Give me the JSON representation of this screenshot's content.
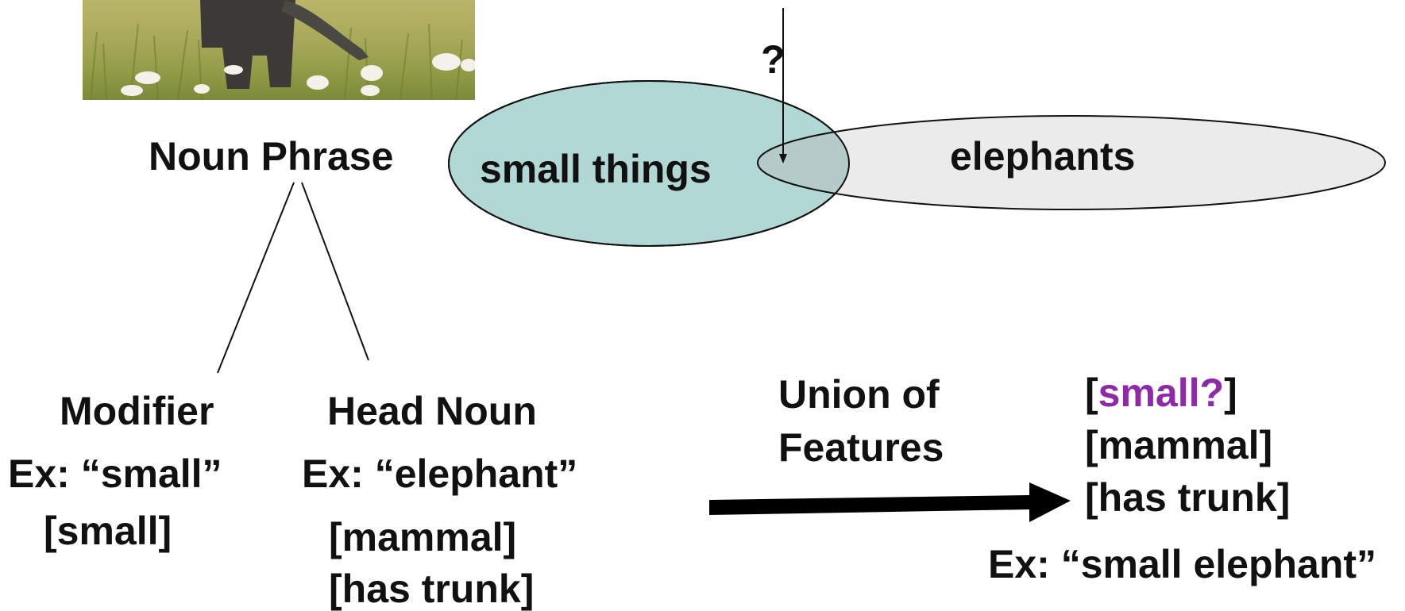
{
  "tree": {
    "root": "Noun Phrase",
    "modifier": {
      "label": "Modifier",
      "example": "Ex: “small”",
      "features": [
        "[small]"
      ]
    },
    "head": {
      "label": "Head Noun",
      "example": "Ex: “elephant”",
      "features": [
        "[mammal]",
        "[has trunk]"
      ]
    }
  },
  "venn": {
    "left_set": "small things",
    "right_set": "elephants",
    "overlap_marker": "?",
    "colors": {
      "left_fill": "#b2d8d6",
      "right_fill": "#ebebeb",
      "overlap_fill": "#b5cbc9"
    }
  },
  "union": {
    "label_line1": "Union of",
    "label_line2": "Features",
    "features": [
      {
        "open": "[",
        "text": "small?",
        "close": "]",
        "color": "#8e2aa8"
      },
      {
        "text": "[mammal]"
      },
      {
        "text": "[has trunk]"
      }
    ],
    "example": "Ex: “small elephant”"
  }
}
